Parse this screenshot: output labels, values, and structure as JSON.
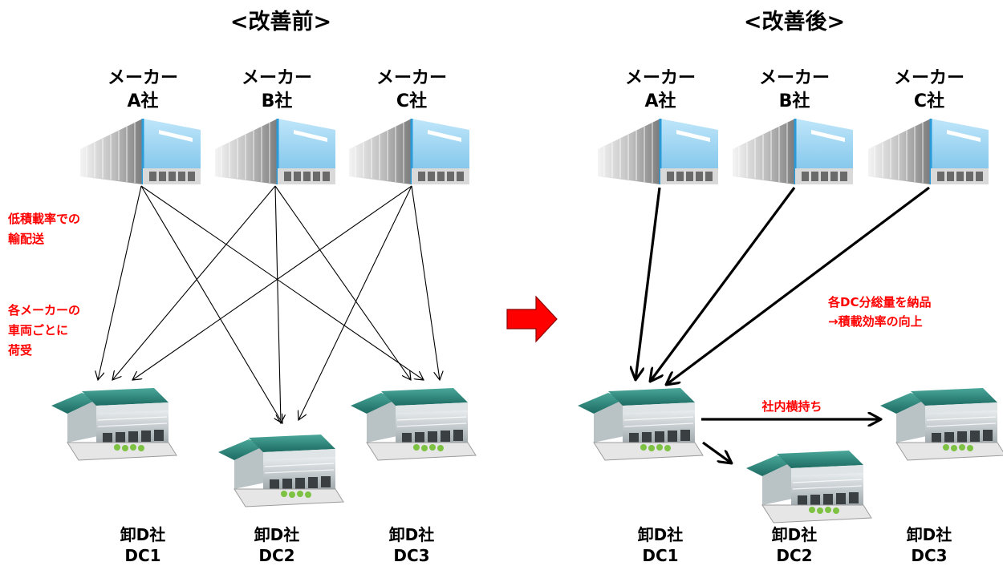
{
  "before": {
    "title": "<改善前>",
    "makers": [
      {
        "line1": "メーカー",
        "line2": "A社"
      },
      {
        "line1": "メーカー",
        "line2": "B社"
      },
      {
        "line1": "メーカー",
        "line2": "C社"
      }
    ],
    "dcs": [
      {
        "line1": "卸D社",
        "line2": "DC1"
      },
      {
        "line1": "卸D社",
        "line2": "DC2"
      },
      {
        "line1": "卸D社",
        "line2": "DC3"
      }
    ],
    "note_low_load": [
      "低積載率での",
      "輸配送"
    ],
    "note_receiving": [
      "各メーカーの",
      "車両ごとに",
      "荷受"
    ]
  },
  "after": {
    "title": "<改善後>",
    "makers": [
      {
        "line1": "メーカー",
        "line2": "A社"
      },
      {
        "line1": "メーカー",
        "line2": "B社"
      },
      {
        "line1": "メーカー",
        "line2": "C社"
      }
    ],
    "dcs": [
      {
        "line1": "卸D社",
        "line2": "DC1"
      },
      {
        "line1": "卸D社",
        "line2": "DC2"
      },
      {
        "line1": "卸D社",
        "line2": "DC3"
      }
    ],
    "note_efficiency": [
      "各DC分総量を納品",
      "→積載効率の向上"
    ],
    "transfer_label": "社内横持ち"
  },
  "colors": {
    "note_red": "#ff0000",
    "arrow_red": "#ff0000",
    "roof_blue": "#8fd0f0"
  },
  "icons": {
    "maker_building": "factory-warehouse-icon",
    "dc_building": "distribution-center-icon",
    "transition_arrow": "right-arrow-icon"
  }
}
